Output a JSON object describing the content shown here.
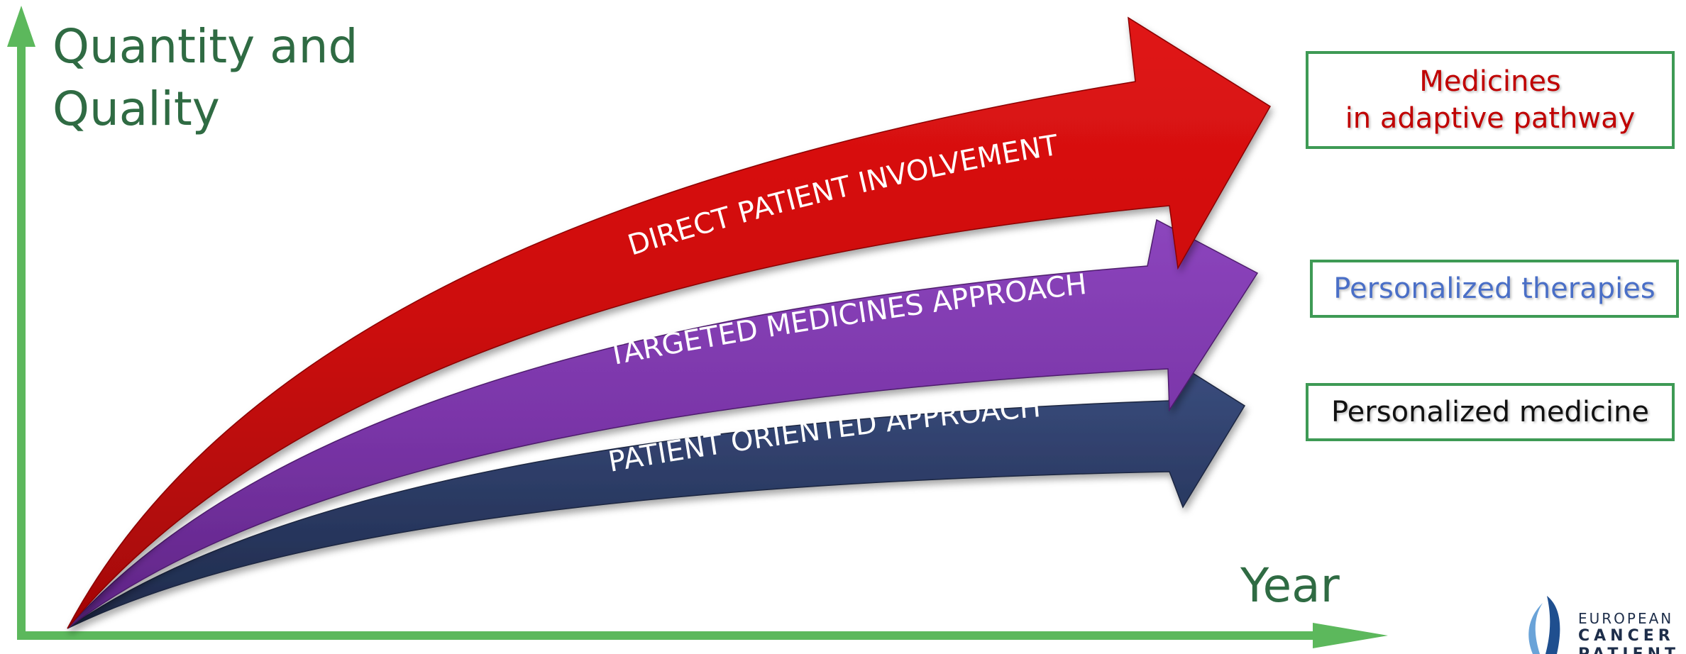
{
  "axes": {
    "y_title": [
      "Quantity and",
      "Quality"
    ],
    "x_title": "Year"
  },
  "arrows": [
    {
      "label": "PATIENT ORIENTED APPROACH",
      "color": "#2b3a63"
    },
    {
      "label": "TARGETED MEDICINES APPROACH",
      "color": "#7a35a8"
    },
    {
      "label": "DIRECT PATIENT INVOLVEMENT",
      "color": "#cc0a0a"
    }
  ],
  "boxes": [
    {
      "lines": [
        "Medicines",
        "in adaptive pathway"
      ],
      "text_color": "#c00000"
    },
    {
      "lines": [
        "Personalized therapies"
      ],
      "text_color": "#4a6fc7"
    },
    {
      "lines": [
        "Personalized medicine"
      ],
      "text_color": "#111111"
    }
  ],
  "logo": {
    "line1": "EUROPEAN",
    "line2": "CANCER",
    "line3": "PATIENT"
  },
  "colors": {
    "axis": "#5cb85c",
    "title": "#2f6b43",
    "box_border": "#3e9a55"
  }
}
